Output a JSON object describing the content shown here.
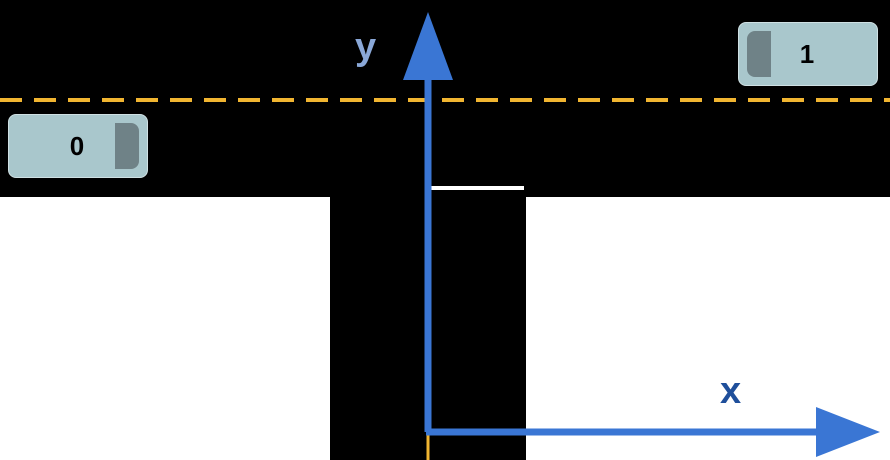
{
  "colors": {
    "road": "#000000",
    "ground": "#ffffff",
    "lane_marking": "#f1b531",
    "axis": "#3a76d4",
    "car_body": "#a9c7cc",
    "car_light": "#6f8287",
    "stop_line": "#ffffff"
  },
  "axes": {
    "x_label": "x",
    "y_label": "y"
  },
  "vehicles": [
    {
      "id_label": "0",
      "lane": "lower",
      "light_side": "right"
    },
    {
      "id_label": "1",
      "lane": "upper",
      "light_side": "left"
    }
  ]
}
